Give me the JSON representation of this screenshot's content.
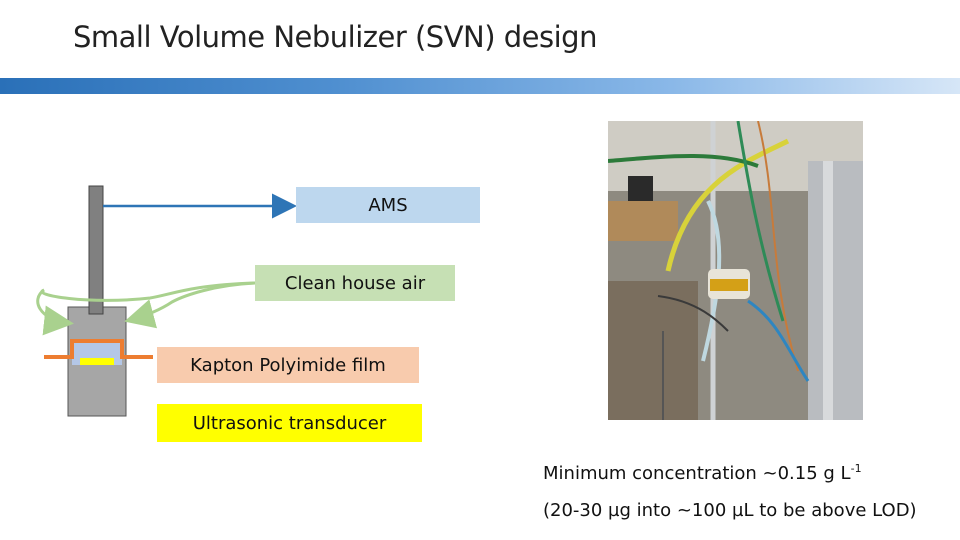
{
  "title": "Small Volume Nebulizer (SVN) design",
  "labels": {
    "ams": "AMS",
    "air": "Clean house air",
    "kapton": "Kapton Polyimide film",
    "ultrasonic": "Ultrasonic transducer"
  },
  "notes": {
    "line1_text": "Minimum concentration ~0.15 g L",
    "line1_sup": "-1",
    "line2": "(20-30 µg into ~100 µL to be above LOD)"
  },
  "colors": {
    "title_bar_start": "#2a70b8",
    "ams_box": "#bdd7ee",
    "air_box": "#c6e0b4",
    "kapton_box": "#f8cbad",
    "ultrasonic_box": "#ffff00",
    "ams_arrow": "#2e75b6",
    "air_arrow": "#a9d18e",
    "film": "#ed7d31"
  },
  "photo": {
    "description_icon": "lab-setup-photo"
  }
}
